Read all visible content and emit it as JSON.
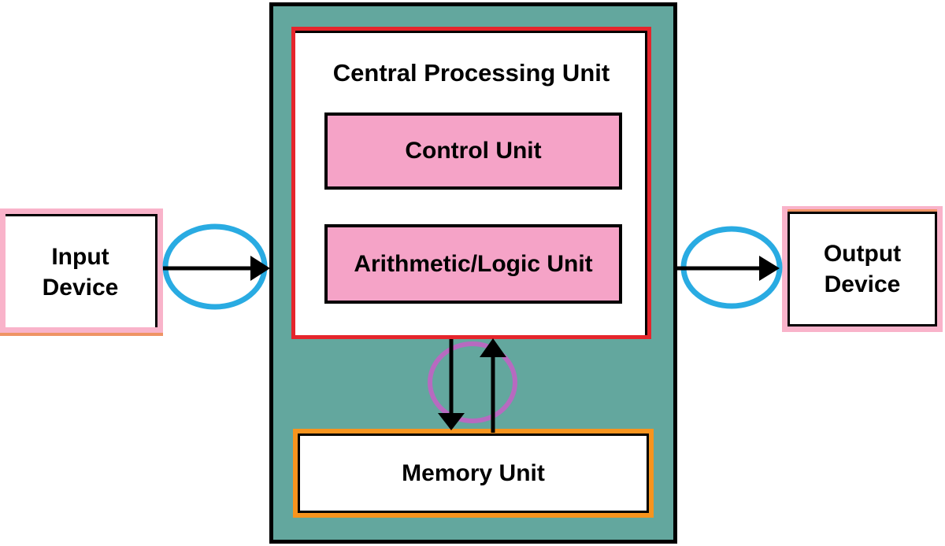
{
  "nodes": {
    "cpu": {
      "title": "Central Processing Unit"
    },
    "control_unit": {
      "label": "Control Unit"
    },
    "alu": {
      "label": "Arithmetic/Logic Unit"
    },
    "memory": {
      "label": "Memory Unit"
    },
    "input": {
      "label": "Input\nDevice"
    },
    "output": {
      "label": "Output\nDevice"
    }
  },
  "colors": {
    "system_container_fill": "#63a79e",
    "cpu_border": "#e5252c",
    "unit_fill": "#f5a3c7",
    "memory_border": "#f7941e",
    "io_border": "#f9b3ca",
    "io_accent": "#ee9464",
    "flow_highlight_blue": "#29abe2",
    "flow_highlight_purple": "#b76ac0",
    "arrow": "#000000",
    "outline": "#000000"
  }
}
